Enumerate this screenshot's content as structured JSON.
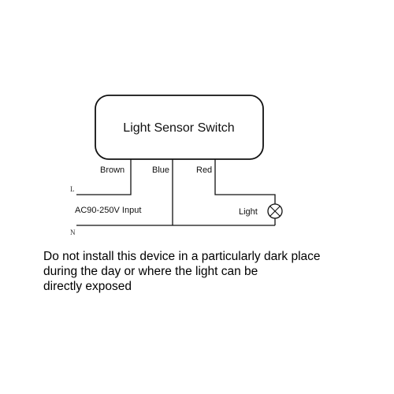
{
  "device": {
    "title": "Light Sensor Switch"
  },
  "wires": {
    "brown": "Brown",
    "blue": "Blue",
    "red": "Red"
  },
  "lines": {
    "live": "L",
    "neutral": "N"
  },
  "input_label": "AC90-250V Input",
  "load_label": "Light",
  "note": {
    "line1": "Do not install this device in a particularly dark place",
    "line2": "during the day or where the light can be",
    "line3": "directly exposed"
  }
}
